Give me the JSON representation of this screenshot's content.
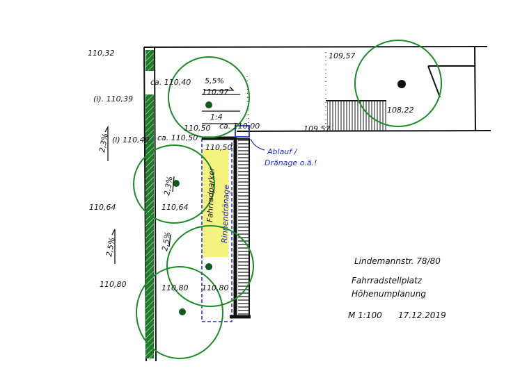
{
  "colors": {
    "tree": "#1a8a2a",
    "tree_dot": "#0f5a1c",
    "hedge": "#1f7a2a",
    "parking": "#f5f06a",
    "drain": "#1a2fd0",
    "ink": "#111111"
  },
  "elevations": {
    "e1": "110,32",
    "e2": "ca. 110,40",
    "e3": "(i). 110,39",
    "e4": "(i) 110,49",
    "e5": "ca. 110,50",
    "e6": "110,97",
    "e7": "110,50",
    "e8": "ca. 110,00",
    "e9": "110,50",
    "e10": "110,64",
    "e11": "110,64",
    "e12": "110,80",
    "e13": "110,80",
    "e14": "110,80",
    "e15": "109,57",
    "e16": "109,57",
    "e17": "108,22"
  },
  "slopes": {
    "s1": "5,5%",
    "s2": "2,3%",
    "s3": "2,3%",
    "s4": "2,5%",
    "s5": "2,5%",
    "ratio": "1:4"
  },
  "labels": {
    "parking": "Fahrradparker",
    "drain_channel": "Rinnendränage",
    "drain_note_1": "Ablauf /",
    "drain_note_2": "Dränage o.ä.!"
  },
  "title_block": {
    "address": "Lindemannstr. 78/80",
    "line1": "Fahrradstellplatz",
    "line2": "Höhenumplanung",
    "scale": "M 1:100",
    "date": "17.12.2019"
  }
}
